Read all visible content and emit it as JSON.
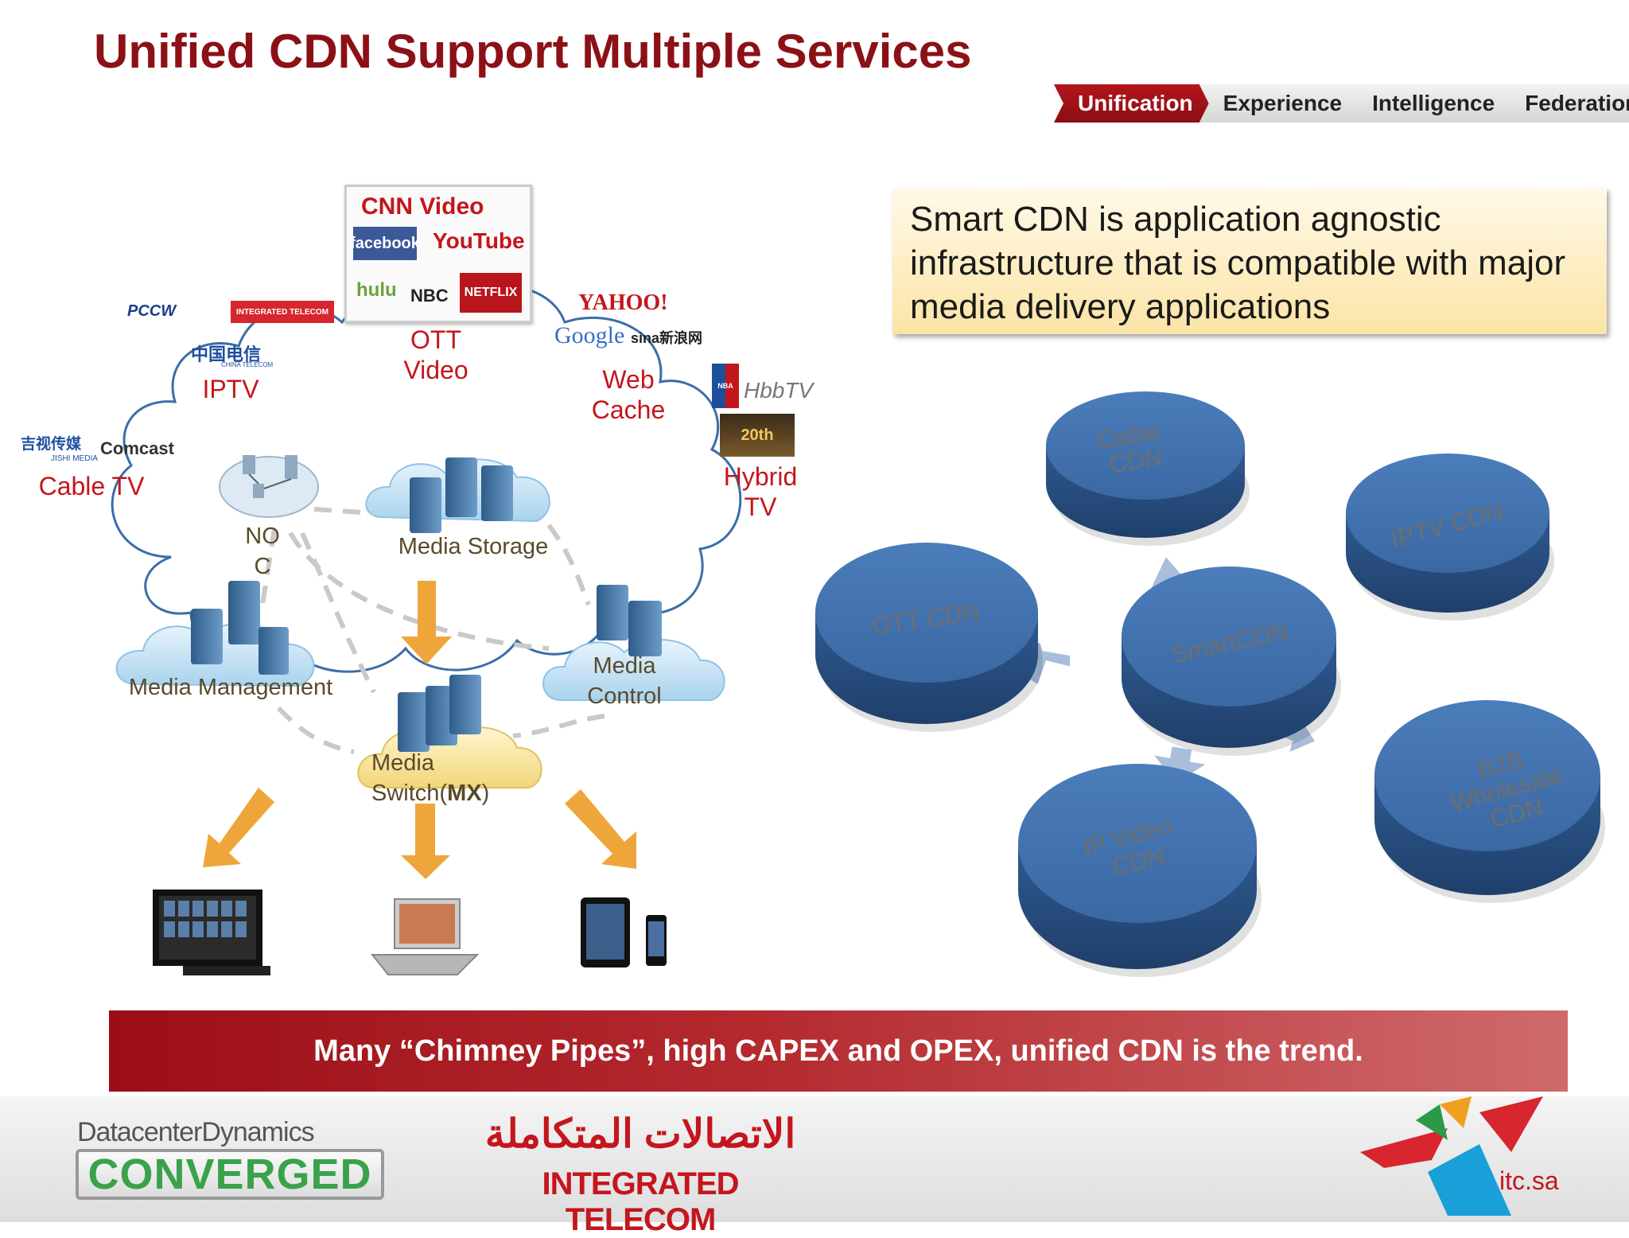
{
  "title": "Unified CDN Support Multiple Services",
  "tabs": [
    {
      "label": "Unification",
      "active": true
    },
    {
      "label": "Experience",
      "active": false
    },
    {
      "label": "Intelligence",
      "active": false
    },
    {
      "label": "Federation",
      "active": false
    }
  ],
  "callout": "Smart CDN is application agnostic infrastructure that is compatible with major media delivery applications",
  "services": {
    "iptv": {
      "label": "IPTV",
      "logos": [
        "PCCW",
        "INTEGRATED TELECOM",
        "中国电信",
        "CHINA TELECOM"
      ]
    },
    "ott": {
      "label_line1": "OTT",
      "label_line2": "Video",
      "logos": [
        "CNN Video",
        "facebook",
        "YouTube",
        "hulu",
        "NBC",
        "NETFLIX"
      ]
    },
    "web": {
      "label_line1": "Web",
      "label_line2": "Cache",
      "logos": [
        "YAHOO!",
        "Google",
        "sina新浪网"
      ]
    },
    "cable": {
      "label": "Cable TV",
      "logos": [
        "吉视传媒",
        "JISHI MEDIA",
        "Comcast"
      ]
    },
    "hybrid": {
      "label_line1": "Hybrid",
      "label_line2": "TV",
      "logos": [
        "NBA",
        "HbbTV",
        "20th"
      ]
    }
  },
  "nodes": {
    "noc_line1": "NO",
    "noc_line2": "C",
    "storage": "Media Storage",
    "management": "Media Management",
    "control_line1": "Media",
    "control_line2": "Control",
    "switch_line1": "Media",
    "switch_line2_prefix": "Switch(",
    "switch_line2_bold": "MX",
    "switch_line2_suffix": ")"
  },
  "cdn": {
    "center": "SmartCDN",
    "cable_line1": "Cable",
    "cable_line2": "CDN",
    "iptv": "IPTV CDN",
    "ott": "OTT CDN",
    "b2b_line1": "B2B",
    "b2b_line2": "Wholesale",
    "b2b_line3": "CDN",
    "ipvideo_line1": "IP Video",
    "ipvideo_line2": "CDN"
  },
  "banner": "Many “Chimney Pipes”, high CAPEX and OPEX, unified CDN is the trend.",
  "footer": {
    "dcd_line1": "DatacenterDynamics",
    "dcd_line2": "CONVERGED",
    "itc_arabic": "الاتصالات المتكاملة",
    "itc_english": "INTEGRATED TELECOM",
    "url": "itc.sa"
  },
  "colors": {
    "title": "#8b1117",
    "accent": "#c4161c",
    "disk": "#3d6fae",
    "arrow": "#e8a53a"
  }
}
